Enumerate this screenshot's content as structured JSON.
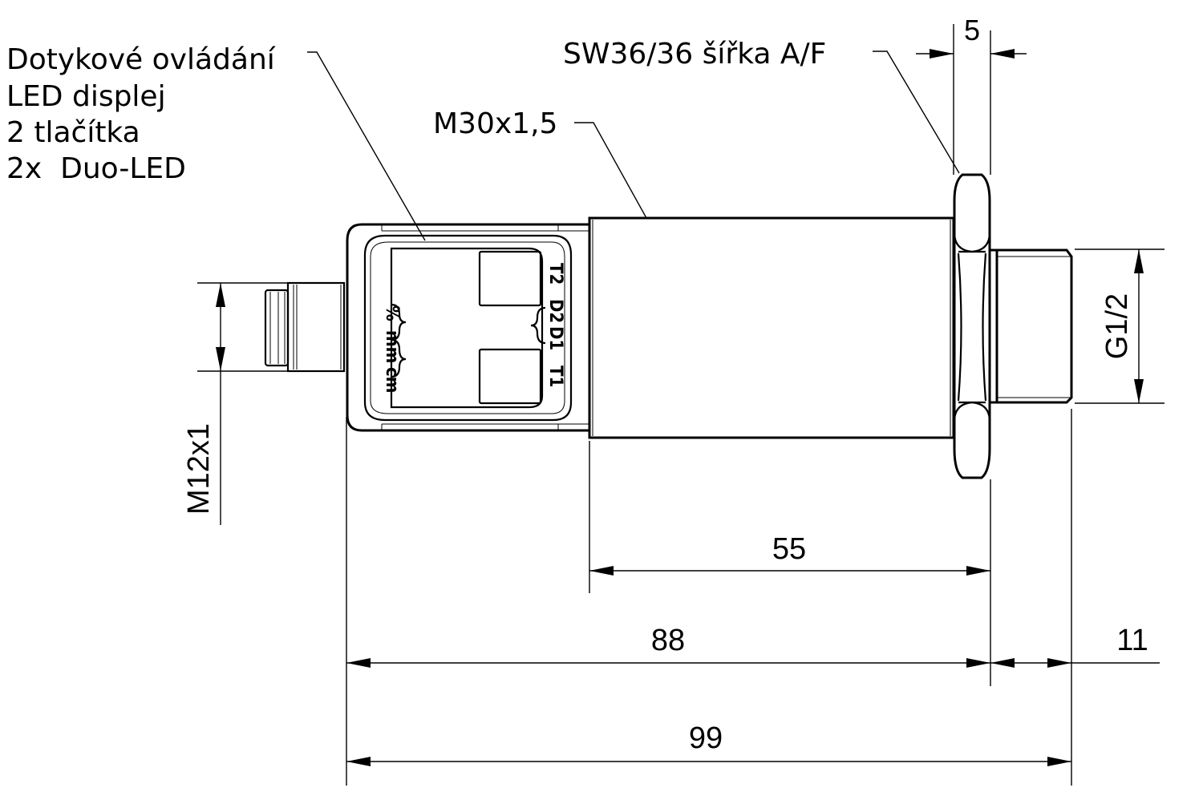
{
  "callouts": {
    "interface_lines": [
      "Dotykové ovládání",
      "LED displej",
      "2 tlačítka",
      "2x  Duo-LED"
    ],
    "housing_thread": "M30x1,5",
    "wrench_size": "SW36/36 šířka A/F"
  },
  "display_labels": {
    "units": [
      "%",
      "mm",
      "cm"
    ],
    "channels": [
      "T2",
      "D2",
      "D1",
      "T1"
    ]
  },
  "dimensions": {
    "connector_thread": "M12x1",
    "process_thread": "G1/2",
    "nut_width": "5",
    "body_length": "55",
    "housing_length": "88",
    "thread_length": "11",
    "total_length": "99"
  }
}
